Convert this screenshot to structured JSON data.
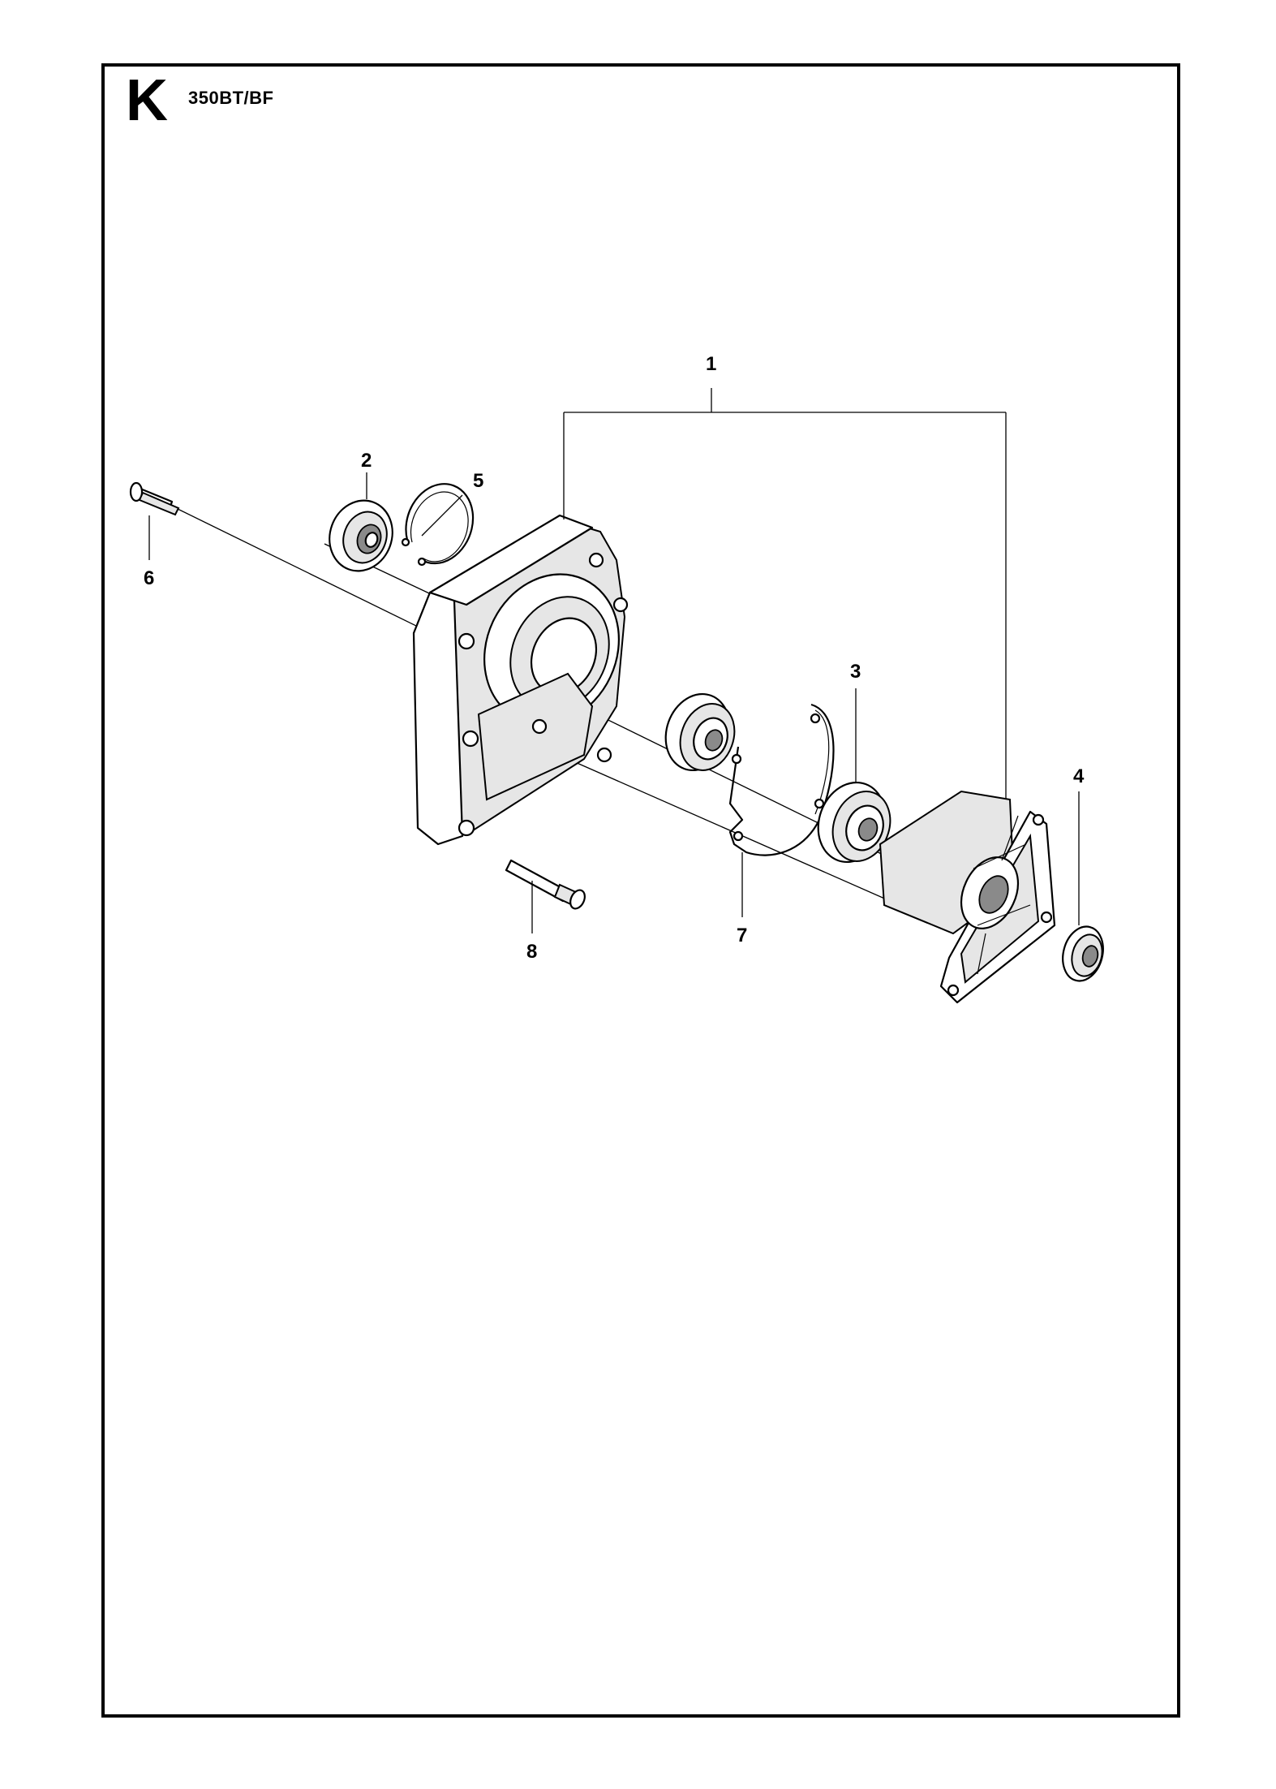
{
  "header": {
    "section_letter": "K",
    "model": "350BT/BF"
  },
  "callouts": [
    {
      "id": "1",
      "label": "1"
    },
    {
      "id": "2",
      "label": "2"
    },
    {
      "id": "3",
      "label": "3"
    },
    {
      "id": "4",
      "label": "4"
    },
    {
      "id": "5",
      "label": "5"
    },
    {
      "id": "6",
      "label": "6"
    },
    {
      "id": "7",
      "label": "7"
    },
    {
      "id": "8",
      "label": "8"
    }
  ]
}
